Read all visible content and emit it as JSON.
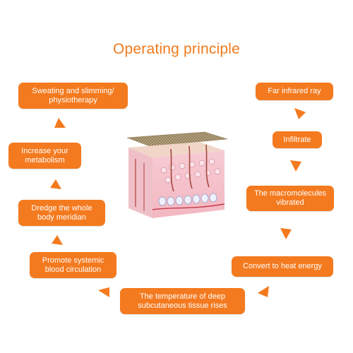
{
  "title": "Operating principle",
  "steps": {
    "far_infrared": "Far infrared ray",
    "infiltrate": "Infiltrate",
    "macromolecules": "The macromolecules vibrated",
    "heat_energy": "Convert to heat energy",
    "deep_tissue": "The temperature of deep subcutaneous tissue rises",
    "blood_circulation": "Promote systemic blood circulation",
    "dredge_meridian": "Dredge the whole body meridian",
    "metabolism": "Increase your metabolism",
    "sweating": "Sweating and slimming/ physiotherapy"
  },
  "colors": {
    "accent": "#f47a1f",
    "title": "#f07a1d"
  },
  "icons": {
    "arrow": "triangle-arrow-icon",
    "illustration": "skin-cross-section"
  }
}
